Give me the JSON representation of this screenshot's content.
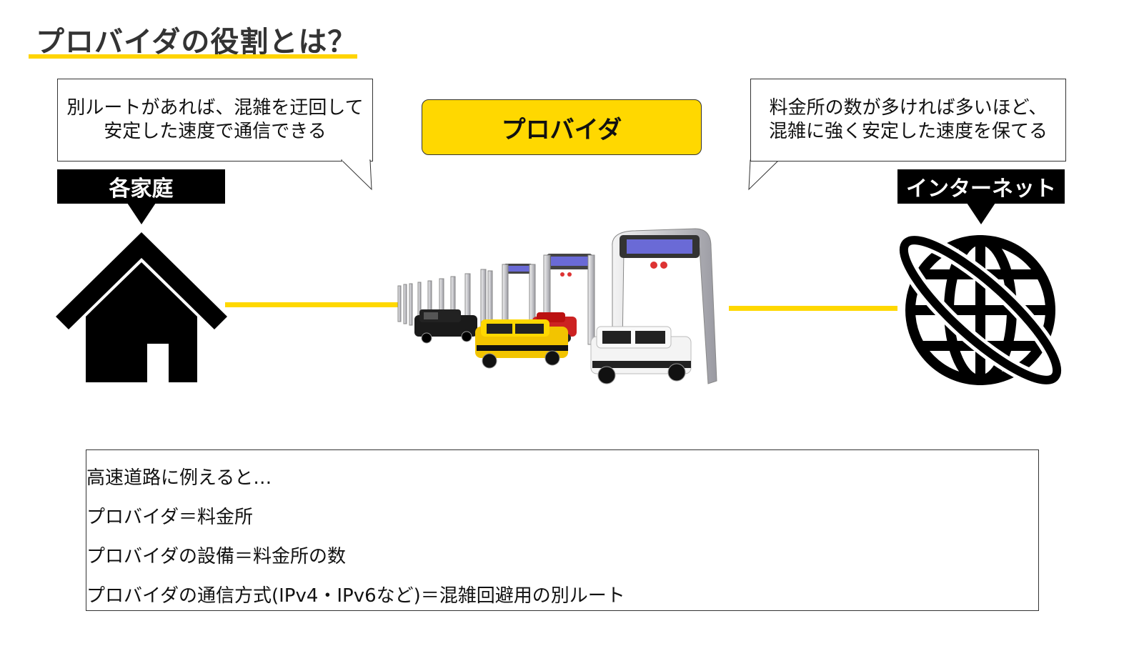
{
  "title": "プロバイダの役割とは？",
  "bubble_left": {
    "line1": "別ルートがあれば、混雑を迂回して",
    "line2": "安定した速度で通信できる"
  },
  "bubble_right": {
    "line1": "料金所の数が多ければ多いほど、",
    "line2": "混雑に強く安定した速度を保てる"
  },
  "provider_label": "プロバイダ",
  "home_label": "各家庭",
  "internet_label": "インターネット",
  "analogy": [
    "高速道路に例えると…",
    "プロバイダ＝料金所",
    "プロバイダの設備＝料金所の数",
    "プロバイダの通信方式(IPv4・IPv6など)＝混雑回避用の別ルート"
  ],
  "colors": {
    "accent_yellow": "#FFD800",
    "label_black": "#000000",
    "text": "#111111"
  },
  "icons": [
    "house-icon",
    "globe-icon",
    "toll-gate-cars-illustration"
  ]
}
